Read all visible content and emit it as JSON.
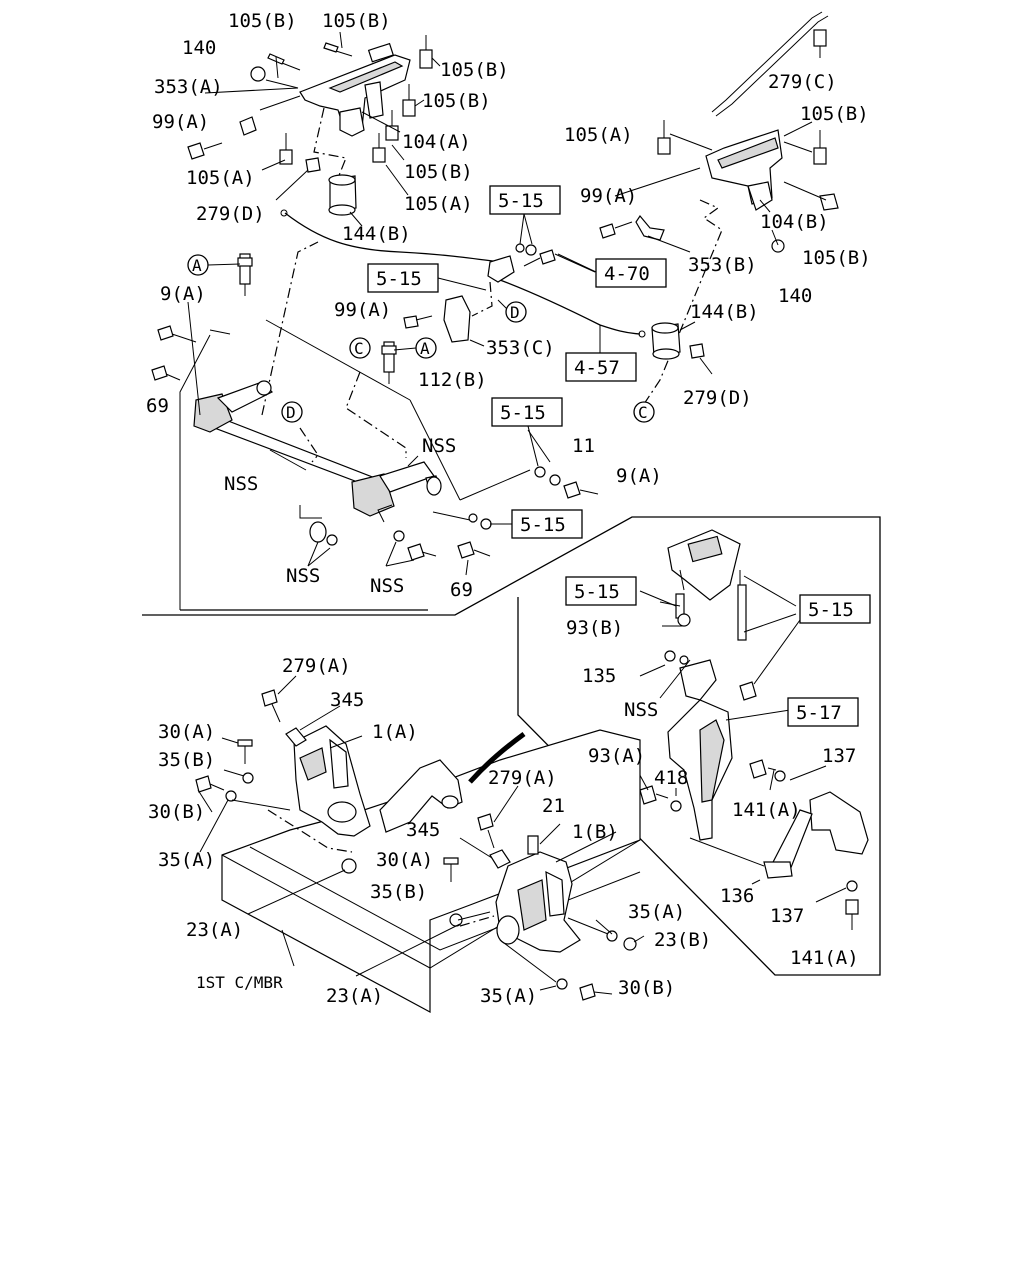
{
  "diagram": {
    "part_labels": {
      "p105b_1": "105(B)",
      "p105b_2": "105(B)",
      "p105b_3": "105(B)",
      "p105b_4": "105(B)",
      "p105b_5": "105(B)",
      "p105b_6": "105(B)",
      "p105b_7": "105(B)",
      "p140_1": "140",
      "p140_2": "140",
      "p353a": "353(A)",
      "p353b": "353(B)",
      "p353c": "353(C)",
      "p99a_1": "99(A)",
      "p99a_2": "99(A)",
      "p99a_3": "99(A)",
      "p105a_1": "105(A)",
      "p105a_2": "105(A)",
      "p105a_3": "105(A)",
      "p104a": "104(A)",
      "p104b": "104(B)",
      "p279c": "279(C)",
      "p279d_1": "279(D)",
      "p279d_2": "279(D)",
      "p144b_1": "144(B)",
      "p144b_2": "144(B)",
      "p9a_1": "9(A)",
      "p9a_2": "9(A)",
      "p69_1": "69",
      "p69_2": "69",
      "p112b": "112(B)",
      "p11": "11",
      "nss_1": "NSS",
      "nss_2": "NSS",
      "nss_3": "NSS",
      "nss_4": "NSS",
      "nss_5": "NSS",
      "p93b": "93(B)",
      "p135": "135",
      "p93a": "93(A)",
      "p418": "418",
      "p137_1": "137",
      "p137_2": "137",
      "p141a_1": "141(A)",
      "p141a_2": "141(A)",
      "p136": "136",
      "p279a_1": "279(A)",
      "p279a_2": "279(A)",
      "p345_1": "345",
      "p345_2": "345",
      "p30a_1": "30(A)",
      "p30a_2": "30(A)",
      "p30b_1": "30(B)",
      "p30b_2": "30(B)",
      "p35b_1": "35(B)",
      "p35b_2": "35(B)",
      "p35a_1": "35(A)",
      "p35a_2": "35(A)",
      "p35a_3": "35(A)",
      "p1a": "1(A)",
      "p1b": "1(B)",
      "p21": "21",
      "p23a_1": "23(A)",
      "p23a_2": "23(A)",
      "p23b": "23(B)",
      "crossmember": "1ST C/MBR"
    },
    "ref_boxes": {
      "r515_1": "5-15",
      "r515_2": "5-15",
      "r515_3": "5-15",
      "r515_4": "5-15",
      "r515_5": "5-15",
      "r515_6": "5-15",
      "r470": "4-70",
      "r457": "4-57",
      "r517": "5-17"
    },
    "callouts": {
      "a_1": "A",
      "a_2": "A",
      "c_1": "C",
      "c_2": "C",
      "d_1": "D",
      "d_2": "D"
    }
  }
}
